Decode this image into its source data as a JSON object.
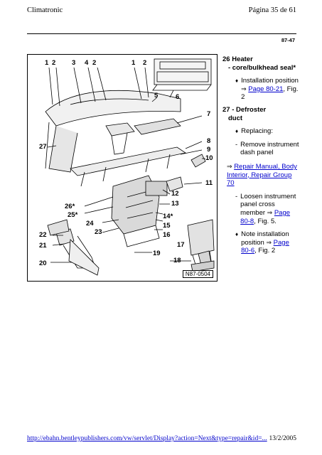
{
  "header": {
    "title": "Climatronic",
    "page_info": "Página 35 de 61"
  },
  "doc_code": "87-47",
  "figure": {
    "callouts": [
      "1",
      "2",
      "3",
      "4",
      "2",
      "1",
      "2",
      "5",
      "6",
      "7",
      "8",
      "9",
      "10",
      "27",
      "11",
      "12",
      "13",
      "26*",
      "25*",
      "24",
      "23",
      "14*",
      "15",
      "16",
      "22",
      "21",
      "17",
      "19",
      "20",
      "18"
    ],
    "figure_code": "N87-0504"
  },
  "items": [
    {
      "title_num": "26 Heater",
      "title_rest": "- core/bulkhead seal*",
      "note1_pre": "Installation position",
      "note1_link": "Page 80-21",
      "note1_post": ", Fig. 2"
    },
    {
      "title_num": "27 - Defroster",
      "title_rest": "duct",
      "bullet": "Replacing:",
      "dash_text": "Remove instrument dash panel",
      "ref_link": "Repair Manual, Body Interior, Repair Group 70",
      "dash2_text": "Loosen instrument panel cross member",
      "dash2_link": "Page 80-8",
      "dash2_post": ", Fig. 5.",
      "bullet2_pre": "Note installation position",
      "bullet2_link": "Page 80-6",
      "bullet2_post": ", Fig. 2"
    }
  ],
  "footer": {
    "url": "http://ebahn.bentleypublishers.com/vw/servlet/Display?action=Next&type=repair&id=...",
    "date": "13/2/2005"
  }
}
